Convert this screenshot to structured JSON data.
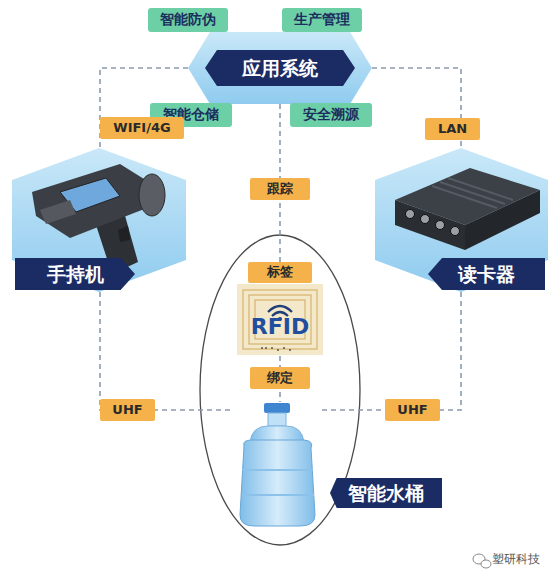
{
  "diagram": {
    "nodes": [
      {
        "text": [
          "智能防伪"
        ]
      },
      {
        "text": [
          "生产管理"
        ]
      },
      {
        "text": [
          "应用系统"
        ]
      },
      {
        "text": [
          "智能仓储"
        ]
      },
      {
        "text": [
          "安全溯源"
        ]
      },
      {
        "text": [
          "手持机"
        ]
      },
      {
        "text": [
          "读卡器"
        ]
      },
      {
        "text": [
          "标签",
          "RFID"
        ]
      },
      {
        "text": [
          "智能水桶"
        ]
      }
    ],
    "edges": [
      {
        "from": 2,
        "to": 5,
        "label": "WIFI/4G",
        "arrow": "none"
      },
      {
        "from": 2,
        "to": 6,
        "label": "LAN",
        "arrow": "none"
      },
      {
        "from": 2,
        "to": 7,
        "label": "跟踪",
        "arrow": "none"
      },
      {
        "from": 5,
        "to": 8,
        "label": "UHF",
        "arrow": "none"
      },
      {
        "from": 6,
        "to": 8,
        "label": "UHF",
        "arrow": "none"
      },
      {
        "from": 7,
        "to": 8,
        "label": "绑定",
        "arrow": "none"
      }
    ],
    "labels": [
      "塑研科技"
    ]
  }
}
